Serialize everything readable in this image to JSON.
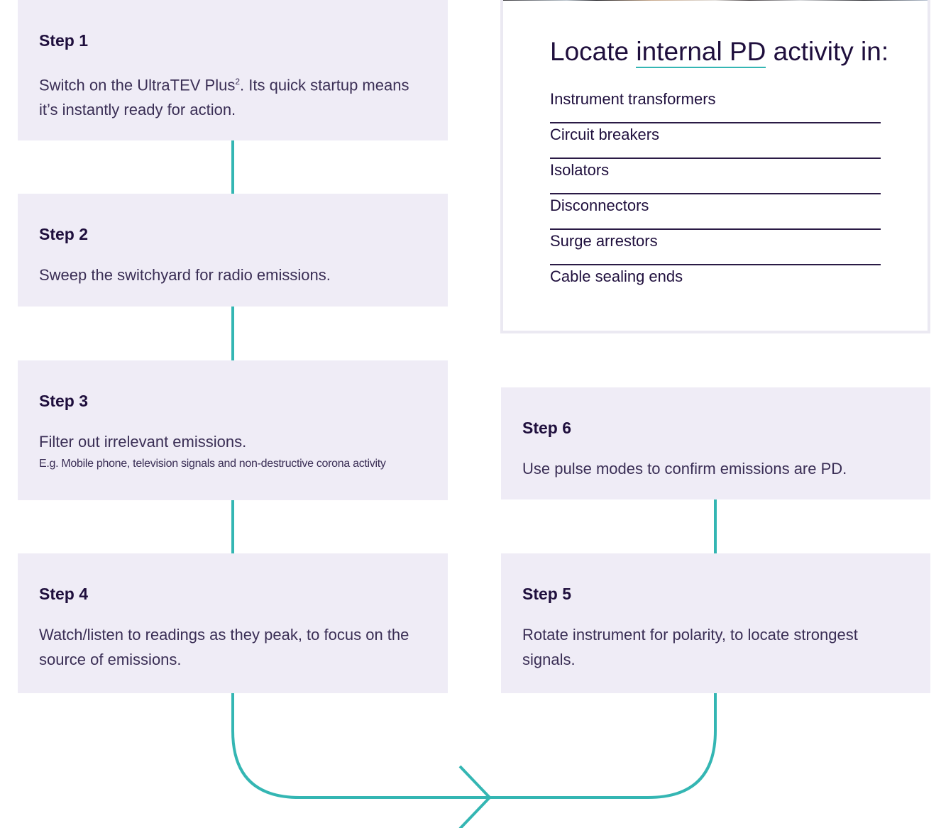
{
  "steps": {
    "s1": {
      "title": "Step 1",
      "body_main": "Switch on the UltraTEV Plus",
      "body_sup": "2",
      "body_rest": ". Its quick startup means it’s instantly ready for action."
    },
    "s2": {
      "title": "Step 2",
      "body": "Sweep the switchyard for radio emissions."
    },
    "s3": {
      "title": "Step 3",
      "body": "Filter out irrelevant emissions.",
      "note": "E.g. Mobile phone, television signals and non-destructive corona activity"
    },
    "s4": {
      "title": "Step 4",
      "body": "Watch/listen to readings as they peak, to focus on the source of emissions."
    },
    "s5": {
      "title": "Step 5",
      "body": "Rotate instrument for polarity, to locate strongest signals."
    },
    "s6": {
      "title": "Step 6",
      "body": "Use pulse modes to confirm emissions are PD."
    }
  },
  "locate": {
    "heading_pre": "Locate ",
    "heading_highlight": "internal PD",
    "heading_post": " activity in:",
    "items": [
      "Instrument transformers",
      "Circuit breakers",
      "Isolators",
      "Disconnectors",
      "Surge arrestors",
      "Cable sealing ends"
    ]
  },
  "colors": {
    "accent_teal": "#34b6b3",
    "card_bg": "#efecf6",
    "heading_text": "#1f0f3d"
  }
}
